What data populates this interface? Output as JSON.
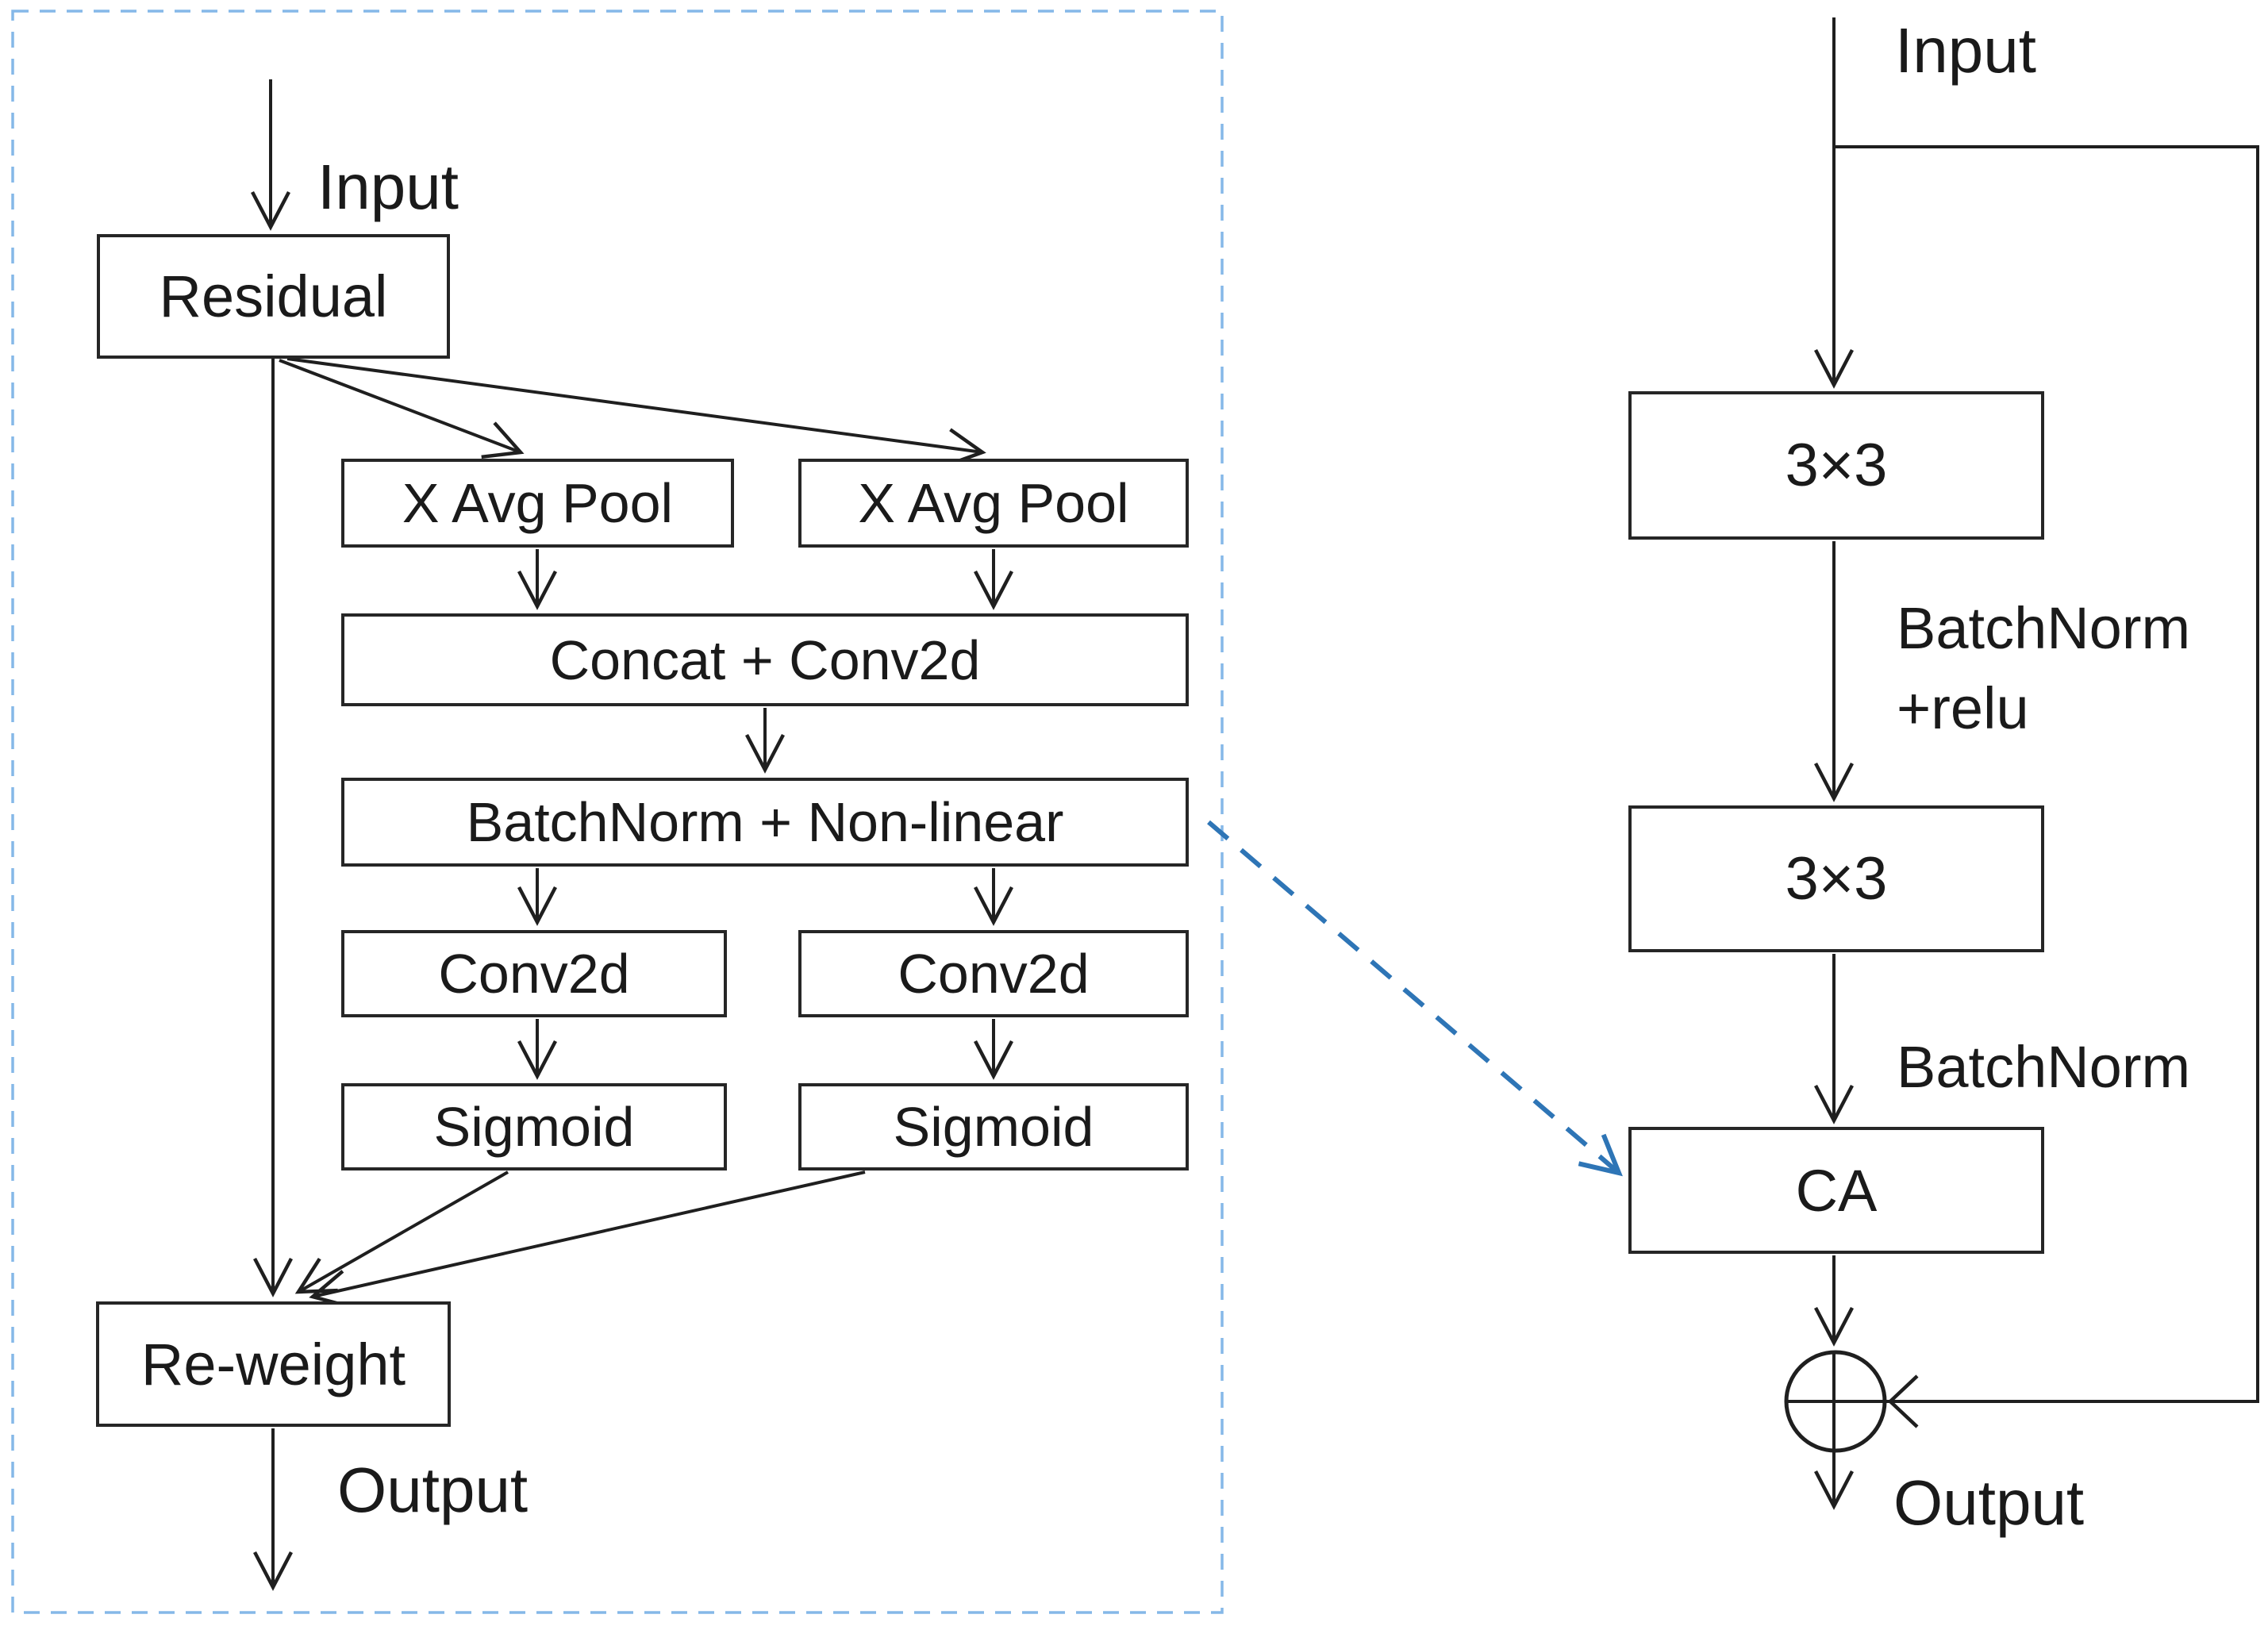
{
  "colors": {
    "line": "#1f1f1f",
    "box_border": "#262626",
    "boundary_dash_blue": "#85b8e8",
    "arrow_dash_blue": "#2e75b6",
    "background": "#ffffff",
    "text": "#1a1a1a"
  },
  "left_block": {
    "input_label": "Input",
    "output_label": "Output",
    "boxes": {
      "residual": "Residual",
      "x_avg_pool_left": "X Avg Pool",
      "x_avg_pool_right": "X Avg Pool",
      "concat_conv2d": "Concat + Conv2d",
      "batchnorm_nonlinear": "BatchNorm + Non-linear",
      "conv2d_left": "Conv2d",
      "conv2d_right": "Conv2d",
      "sigmoid_left": "Sigmoid",
      "sigmoid_right": "Sigmoid",
      "reweight": "Re-weight"
    }
  },
  "right_block": {
    "input_label": "Input",
    "output_label": "Output",
    "conv1_label": "3×3",
    "conv2_label": "3×3",
    "bn_relu_line1": "BatchNorm",
    "bn_relu_line2": "+relu",
    "batchnorm_label": "BatchNorm",
    "ca_label": "CA"
  }
}
